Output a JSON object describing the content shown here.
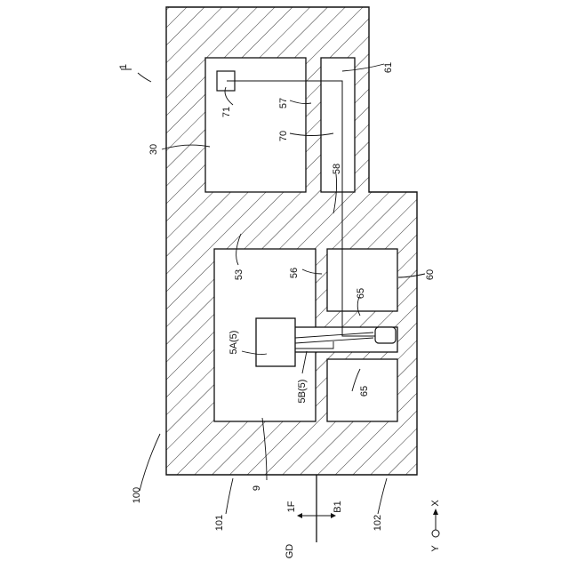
{
  "labels": {
    "ref_1": "1",
    "ref_61": "61",
    "ref_71": "71",
    "ref_57": "57",
    "ref_70": "70",
    "ref_30": "30",
    "ref_58": "58",
    "ref_53": "53",
    "ref_56": "56",
    "ref_60": "60",
    "ref_65_top": "65",
    "ref_5A": "5A(5)",
    "ref_5B": "5B(5)",
    "ref_65_bottom": "65",
    "ref_100": "100",
    "ref_9": "9",
    "ref_101": "101",
    "ref_102": "102",
    "ref_1F": "1F",
    "ref_B1": "B1",
    "ref_GD": "GD",
    "axis_y": "Y",
    "axis_x": "X"
  },
  "colors": {
    "line": "#111111",
    "hatch": "#333333",
    "background": "#ffffff"
  }
}
